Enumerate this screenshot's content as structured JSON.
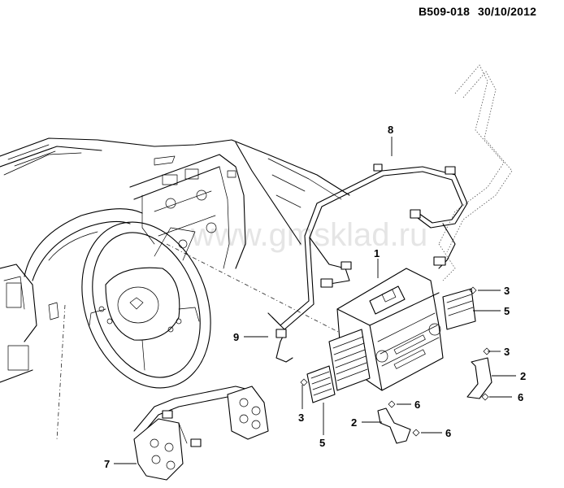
{
  "header": {
    "code": "B509-018",
    "date": "30/10/2012"
  },
  "watermark": "www.gmsklad.ru",
  "callouts": [
    {
      "id": "c8",
      "label": "8"
    },
    {
      "id": "c1",
      "label": "1"
    },
    {
      "id": "c3a",
      "label": "3"
    },
    {
      "id": "c5a",
      "label": "5"
    },
    {
      "id": "c9",
      "label": "9"
    },
    {
      "id": "c3b",
      "label": "3"
    },
    {
      "id": "c2a",
      "label": "2"
    },
    {
      "id": "c6a",
      "label": "6"
    },
    {
      "id": "c6b",
      "label": "6"
    },
    {
      "id": "c3c",
      "label": "3"
    },
    {
      "id": "c2b",
      "label": "2"
    },
    {
      "id": "c6c",
      "label": "6"
    },
    {
      "id": "c5b",
      "label": "5"
    },
    {
      "id": "c7",
      "label": "7"
    }
  ],
  "icons": {
    "dashboard": "dashboard-drawing",
    "steering_wheel": "steering-wheel-drawing",
    "radio": "radio-head-unit-drawing",
    "harness": "wiring-harness-drawing"
  }
}
